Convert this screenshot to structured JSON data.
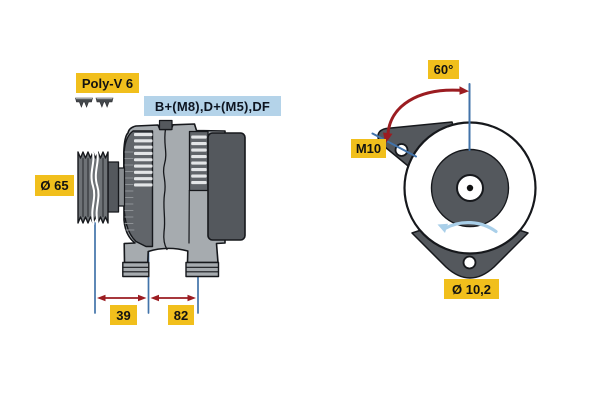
{
  "colors": {
    "label_yellow": "#f1bf1c",
    "label_blue": "#b4d3e9",
    "dimension_red": "#9b1c21",
    "dimension_line_blue": "#4273aa",
    "rotation_arrow_blue": "#a9cfe9",
    "body_gray": "#a6abaf",
    "dark_gray": "#54585d",
    "background": "#ffffff"
  },
  "side_view": {
    "belt_type_label": "Poly-V 6",
    "terminals_label": "B+(M8),D+(M5),DF",
    "pulley_diameter_label": "Ø 65",
    "dim_pulley_offset": "39",
    "dim_mounting_span": "82"
  },
  "rear_view": {
    "swing_angle_label": "60°",
    "bolt_thread_label": "M10",
    "mounting_hole_diameter_label": "Ø 10,2"
  },
  "icons": {
    "belt_profile": "poly-v-belt-profile-icon",
    "rotation": "counterclockwise-rotation-arrow-icon"
  }
}
